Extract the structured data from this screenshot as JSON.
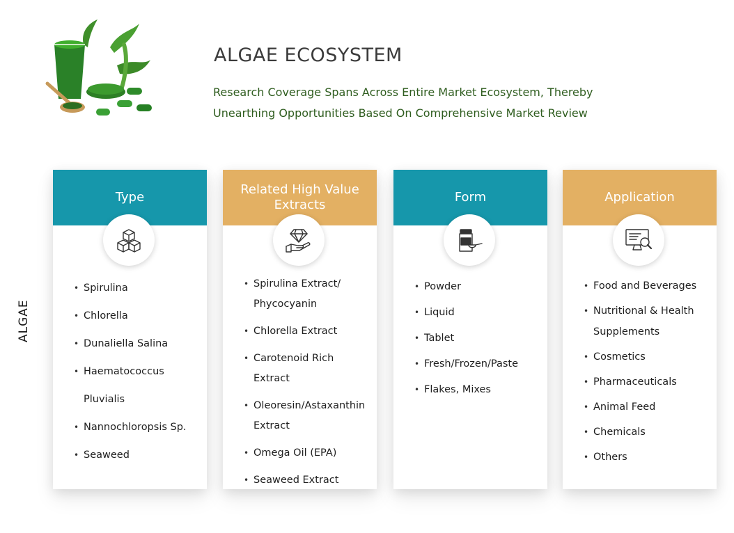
{
  "header": {
    "title": "ALGAE ECOSYSTEM",
    "subtitle_line1": "Research Coverage Spans Across Entire Market Ecosystem, Thereby",
    "subtitle_line2": "Unearthing Opportunities Based On Comprehensive Market Review"
  },
  "side_label": "ALGAE",
  "colors": {
    "teal": "#1697ab",
    "gold": "#e3b063",
    "subtitle_green": "#2f5d1f"
  },
  "cards": [
    {
      "title": "Type",
      "icon": "cubes-icon",
      "items": [
        "Spirulina",
        "Chlorella",
        "Dunaliella Salina",
        "Haematococcus",
        "Pluvialis",
        "Nannochloropsis Sp.",
        "Seaweed"
      ]
    },
    {
      "title": "Related High Value Extracts",
      "icon": "diamond-hand-icon",
      "items": [
        "Spirulina Extract/ Phycocyanin",
        "Chlorella Extract",
        "Carotenoid Rich Extract",
        "Oleoresin/Astaxanthin Extract",
        "Omega Oil (EPA)",
        "Seaweed Extract"
      ]
    },
    {
      "title": "Form",
      "icon": "jar-scoop-icon",
      "items": [
        "Powder",
        "Liquid",
        "Tablet",
        "Fresh/Frozen/Paste",
        "Flakes, Mixes"
      ]
    },
    {
      "title": "Application",
      "icon": "monitor-search-icon",
      "items": [
        "Food and Beverages",
        "Nutritional & Health Supplements",
        "Cosmetics",
        "Pharmaceuticals",
        "Animal Feed",
        "Chemicals",
        "Others"
      ]
    }
  ]
}
